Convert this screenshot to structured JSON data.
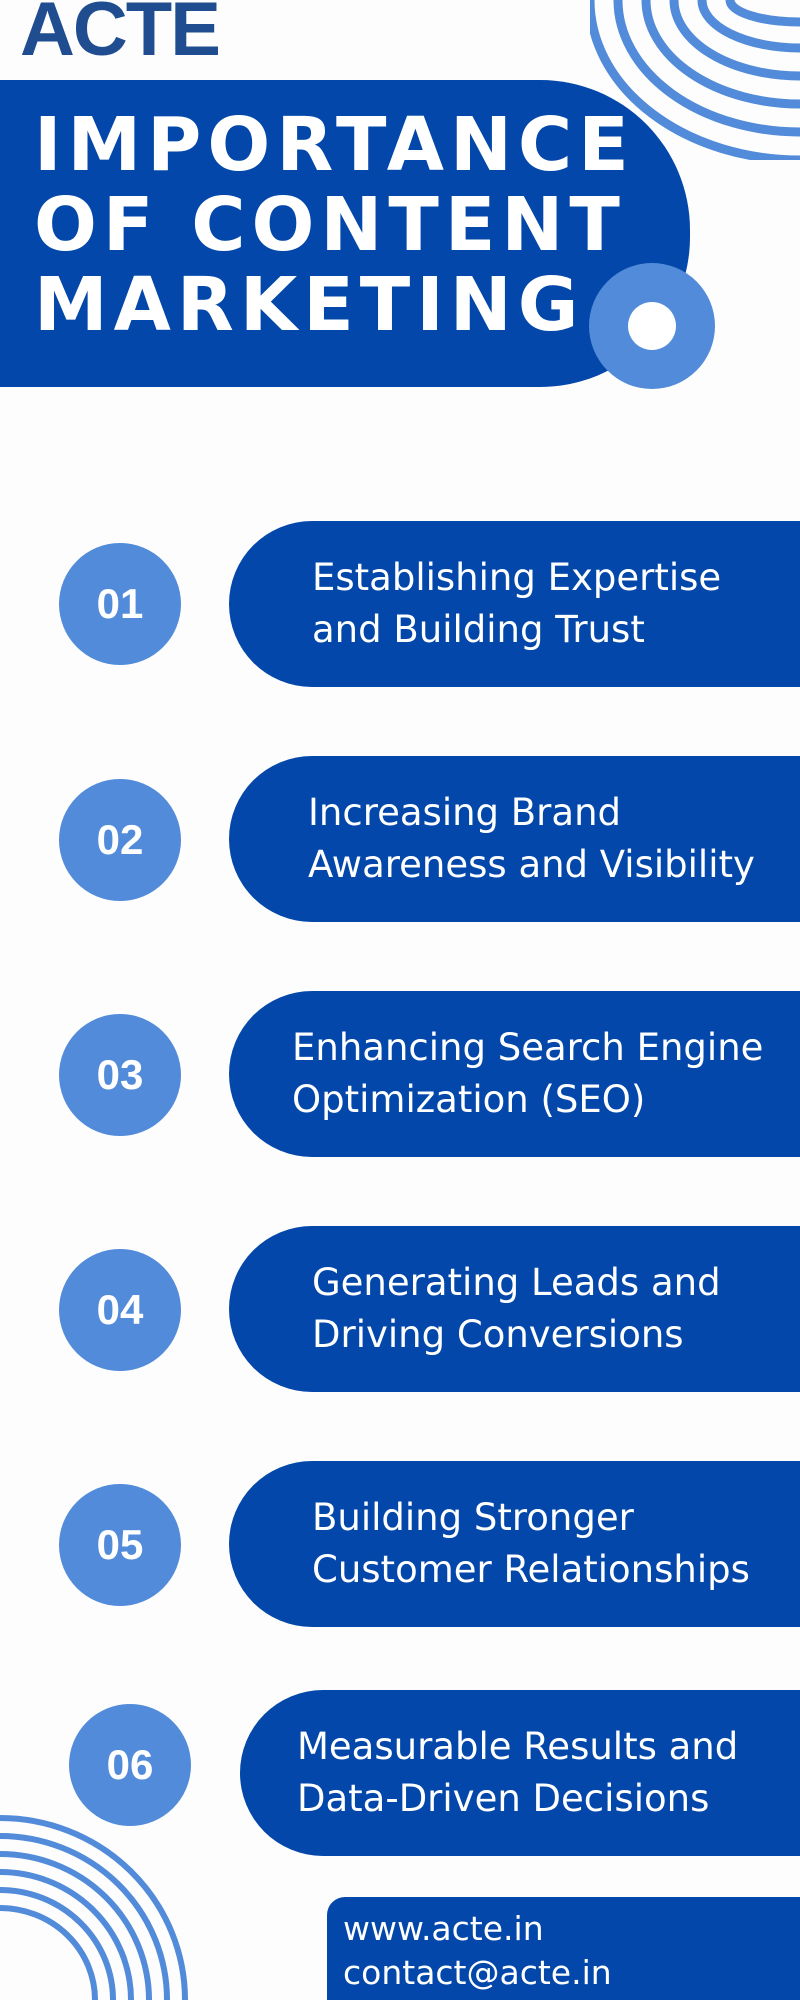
{
  "brand": {
    "logo_text": "ACTE"
  },
  "colors": {
    "primary": "#0247a9",
    "accent": "#528bd9",
    "background": "#fdfdfd"
  },
  "title": {
    "lines": [
      "IMPORTANCE",
      "OF CONTENT",
      "MARKETING"
    ]
  },
  "items": [
    {
      "number": "01",
      "text": "Establishing Expertise\nand Building Trust"
    },
    {
      "number": "02",
      "text": "Increasing Brand\nAwareness and Visibility"
    },
    {
      "number": "03",
      "text": "Enhancing Search Engine\nOptimization (SEO)"
    },
    {
      "number": "04",
      "text": "Generating Leads and\nDriving Conversions"
    },
    {
      "number": "05",
      "text": "Building Stronger\nCustomer Relationships"
    },
    {
      "number": "06",
      "text": "Measurable Results and\nData-Driven Decisions"
    }
  ],
  "contact": {
    "website": "www.acte.in",
    "email": "contact@acte.in"
  }
}
